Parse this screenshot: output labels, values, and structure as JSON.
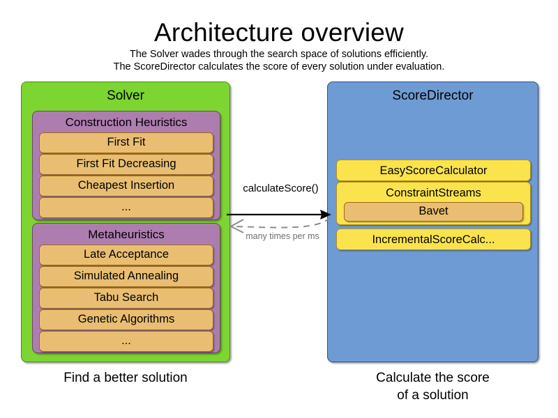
{
  "header": {
    "title": "Architecture overview",
    "subtitle_lines": [
      "The Solver wades through the search space of solutions efficiently.",
      "The ScoreDirector calculates the score of every solution under evaluation."
    ]
  },
  "solver": {
    "title": "Solver",
    "caption": "Find a better solution",
    "groups": [
      {
        "title": "Construction Heuristics",
        "items": [
          "First Fit",
          "First Fit Decreasing",
          "Cheapest Insertion",
          "..."
        ]
      },
      {
        "title": "Metaheuristics",
        "items": [
          "Late Acceptance",
          "Simulated Annealing",
          "Tabu Search",
          "Genetic Algorithms",
          "..."
        ]
      }
    ]
  },
  "score_director": {
    "title": "ScoreDirector",
    "caption_line1": "Calculate the score",
    "caption_line2": "of a solution",
    "calculators": [
      {
        "label": "EasyScoreCalculator",
        "nested": null
      },
      {
        "label": "ConstraintStreams",
        "nested": "Bavet"
      },
      {
        "label": "IncrementalScoreCalc...",
        "nested": null
      }
    ]
  },
  "arrows": {
    "forward_label": "calculateScore()",
    "return_label": "many times per ms"
  },
  "colors": {
    "solver_green": "#7CD530",
    "solver_green_border": "#4E8B1E",
    "group_purple": "#AE7DB0",
    "group_purple_border": "#6D4570",
    "leaf_orange": "#E9BE72",
    "leaf_orange_border": "#9A6A16",
    "score_director_blue": "#6E9BD4",
    "score_director_blue_border": "#2E4F81",
    "calculator_yellow": "#FBE34D",
    "calculator_yellow_border": "#B39310",
    "arrow_solid": "#000000",
    "arrow_dashed": "#8C8C8C"
  }
}
